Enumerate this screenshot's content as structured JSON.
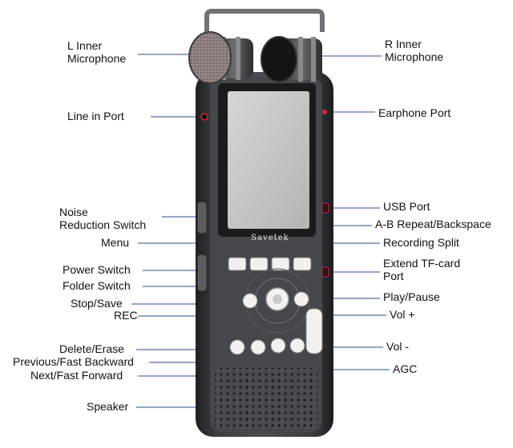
{
  "device": {
    "brand": "Savetek",
    "colors": {
      "body": "#3a3c40",
      "panel": "#4a4c50",
      "screen": "#c8c8c8",
      "button": "#f4f0f0",
      "accent": "#e0203a",
      "leader": "#2a4d8f"
    }
  },
  "labels": {
    "left": [
      {
        "id": "l-inner-mic",
        "lines": [
          "L Inner",
          "Microphone"
        ]
      },
      {
        "id": "line-in-port",
        "lines": [
          "Line in Port"
        ]
      },
      {
        "id": "noise-reduction-switch",
        "lines": [
          "Noise",
          "Reduction Switch"
        ]
      },
      {
        "id": "menu",
        "lines": [
          "Menu"
        ]
      },
      {
        "id": "power-switch",
        "lines": [
          "Power Switch"
        ]
      },
      {
        "id": "folder-switch",
        "lines": [
          "Folder Switch"
        ]
      },
      {
        "id": "stop-save",
        "lines": [
          "Stop/Save"
        ]
      },
      {
        "id": "rec",
        "lines": [
          "REC"
        ]
      },
      {
        "id": "delete-erase",
        "lines": [
          "Delete/Erase"
        ]
      },
      {
        "id": "previous-fast-backward",
        "lines": [
          "Previous/Fast Backward"
        ]
      },
      {
        "id": "next-fast-forward",
        "lines": [
          "Next/Fast Forward"
        ]
      },
      {
        "id": "speaker",
        "lines": [
          "Speaker"
        ]
      }
    ],
    "right": [
      {
        "id": "r-inner-mic",
        "lines": [
          "R Inner",
          "Microphone"
        ]
      },
      {
        "id": "earphone-port",
        "lines": [
          "Earphone Port"
        ]
      },
      {
        "id": "usb-port",
        "lines": [
          "USB Port"
        ]
      },
      {
        "id": "ab-repeat",
        "lines": [
          "A-B Repeat/Backspace"
        ]
      },
      {
        "id": "recording-split",
        "lines": [
          "Recording Split"
        ]
      },
      {
        "id": "extend-tf-card-port",
        "lines": [
          "Extend TF-card",
          "Port"
        ]
      },
      {
        "id": "play-pause",
        "lines": [
          "Play/Pause"
        ]
      },
      {
        "id": "vol-plus",
        "lines": [
          "Vol +"
        ]
      },
      {
        "id": "vol-minus",
        "lines": [
          "Vol -"
        ]
      },
      {
        "id": "agc",
        "lines": [
          "AGC"
        ]
      }
    ]
  }
}
